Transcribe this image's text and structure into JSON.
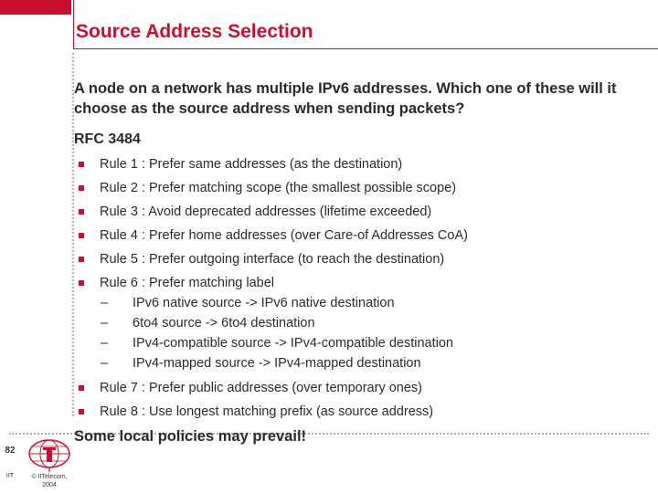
{
  "title": "Source Address Selection",
  "intro": "A node on a network has multiple IPv6 addresses. Which one of these will it choose as the source address when sending packets?",
  "rfc": "RFC 3484",
  "rules": [
    "Rule 1 : Prefer same addresses (as the destination)",
    "Rule 2 : Prefer matching scope (the smallest possible scope)",
    "Rule 3 : Avoid deprecated addresses (lifetime exceeded)",
    "Rule 4 : Prefer home addresses (over Care-of Addresses CoA)",
    "Rule 5 : Prefer outgoing interface (to reach the destination)",
    "Rule 6 : Prefer matching label",
    "Rule 7 : Prefer public addresses (over temporary ones)",
    "Rule 8 : Use longest matching prefix (as source address)"
  ],
  "rule6_subitems": [
    "IPv6 native source -> IPv6 native destination",
    "6to4 source -> 6to4 destination",
    "IPv4-compatible source -> IPv4-compatible destination",
    "IPv4-mapped source -> IPv4-mapped destination"
  ],
  "dash": "–",
  "footer_note": "Some local policies may prevail!",
  "footer": {
    "page_number": "82",
    "org": "IIT",
    "copyright_line1": "© IITelecom,",
    "copyright_line2": "2004"
  },
  "colors": {
    "accent": "#c8102e",
    "text": "#2a2a2a",
    "dots": "#b0b0b0"
  }
}
